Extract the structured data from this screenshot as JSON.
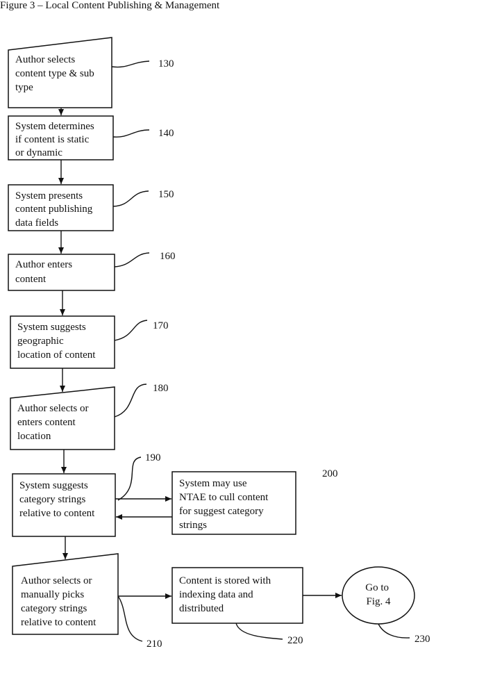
{
  "figure_title": "Figure 3 – Local Content Publishing & Management",
  "steps": [
    {
      "id": "130",
      "lines": [
        "Author selects",
        "content type & sub",
        "type"
      ]
    },
    {
      "id": "140",
      "lines": [
        "System determines",
        "if content is static",
        "or dynamic"
      ]
    },
    {
      "id": "150",
      "lines": [
        "System presents",
        "content publishing",
        "data fields"
      ]
    },
    {
      "id": "160",
      "lines": [
        "Author enters",
        "content"
      ]
    },
    {
      "id": "170",
      "lines": [
        "System suggests",
        "geographic",
        "location of content"
      ]
    },
    {
      "id": "180",
      "lines": [
        "Author selects or",
        "enters content",
        "location"
      ]
    },
    {
      "id": "190",
      "lines": [
        "System suggests",
        "category strings",
        "relative to content"
      ]
    },
    {
      "id": "200",
      "lines": [
        "System may use",
        "NTAE to cull content",
        "for suggest category",
        "strings"
      ]
    },
    {
      "id": "210",
      "lines": [
        "Author selects or",
        "manually picks",
        "category strings",
        "relative to content"
      ]
    },
    {
      "id": "220",
      "lines": [
        "Content is stored with",
        "indexing data and",
        "distributed"
      ]
    },
    {
      "id": "230",
      "lines": [
        "Go to",
        "Fig. 4"
      ]
    }
  ],
  "ref_labels": [
    "130",
    "140",
    "150",
    "160",
    "170",
    "180",
    "190",
    "200",
    "210",
    "220",
    "230"
  ]
}
